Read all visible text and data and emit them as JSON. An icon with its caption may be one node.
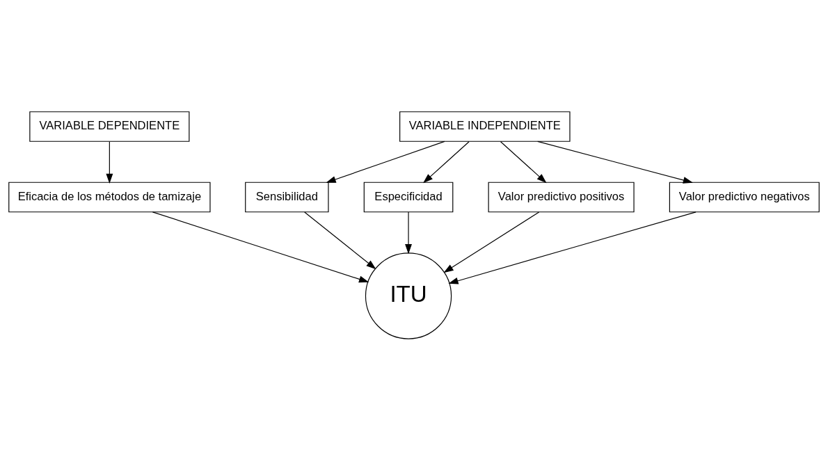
{
  "diagram": {
    "nodes": [
      {
        "text": [
          "VARIABLE DEPENDIENTE"
        ]
      },
      {
        "text": [
          "Eficacia de los métodos de tamizaje"
        ]
      },
      {
        "text": [
          "VARIABLE INDEPENDIENTE"
        ]
      },
      {
        "text": [
          "Sensibilidad"
        ]
      },
      {
        "text": [
          "Especificidad"
        ]
      },
      {
        "text": [
          "Valor predictivo positivos"
        ]
      },
      {
        "text": [
          "Valor predictivo negativos"
        ]
      },
      {
        "text": [
          "ITU"
        ]
      }
    ],
    "edges": [
      {
        "from": 0,
        "to": 1,
        "arrow": "to"
      },
      {
        "from": 1,
        "to": 7,
        "arrow": "to"
      },
      {
        "from": 2,
        "to": 3,
        "arrow": "to"
      },
      {
        "from": 2,
        "to": 4,
        "arrow": "to"
      },
      {
        "from": 2,
        "to": 5,
        "arrow": "to"
      },
      {
        "from": 2,
        "to": 6,
        "arrow": "to"
      },
      {
        "from": 3,
        "to": 7,
        "arrow": "to"
      },
      {
        "from": 4,
        "to": 7,
        "arrow": "to"
      },
      {
        "from": 5,
        "to": 7,
        "arrow": "to"
      },
      {
        "from": 6,
        "to": 7,
        "arrow": "to"
      }
    ]
  }
}
